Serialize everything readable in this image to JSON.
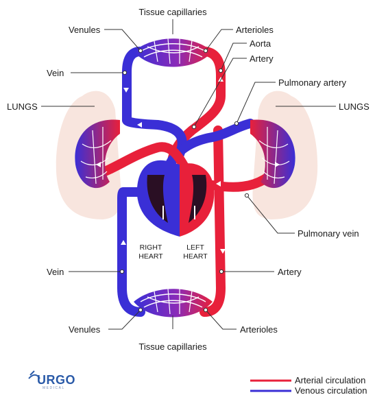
{
  "labels": {
    "tissue_capillaries_top": "Tissue capillaries",
    "venules_top": "Venules",
    "arterioles_top": "Arterioles",
    "aorta": "Aorta",
    "artery_top": "Artery",
    "vein_top": "Vein",
    "pulmonary_artery": "Pulmonary artery",
    "lungs_left": "LUNGS",
    "lungs_right": "LUNGS",
    "pulmonary_vein": "Pulmonary vein",
    "right_heart_1": "RIGHT",
    "right_heart_2": "HEART",
    "left_heart_1": "LEFT",
    "left_heart_2": "HEART",
    "vein_bottom": "Vein",
    "artery_bottom": "Artery",
    "venules_bottom": "Venules",
    "arterioles_bottom": "Arterioles",
    "tissue_capillaries_bottom": "Tissue capillaries"
  },
  "logo": {
    "name": "URGO",
    "sub": "MEDICAL"
  },
  "legend": {
    "arterial": "Arterial circulation",
    "venous": "Venous circulation"
  },
  "colors": {
    "arterial": "#e8203a",
    "venous": "#3a2fd6",
    "lung": "#f6dcd3",
    "heart_dark": "#3a1020"
  }
}
